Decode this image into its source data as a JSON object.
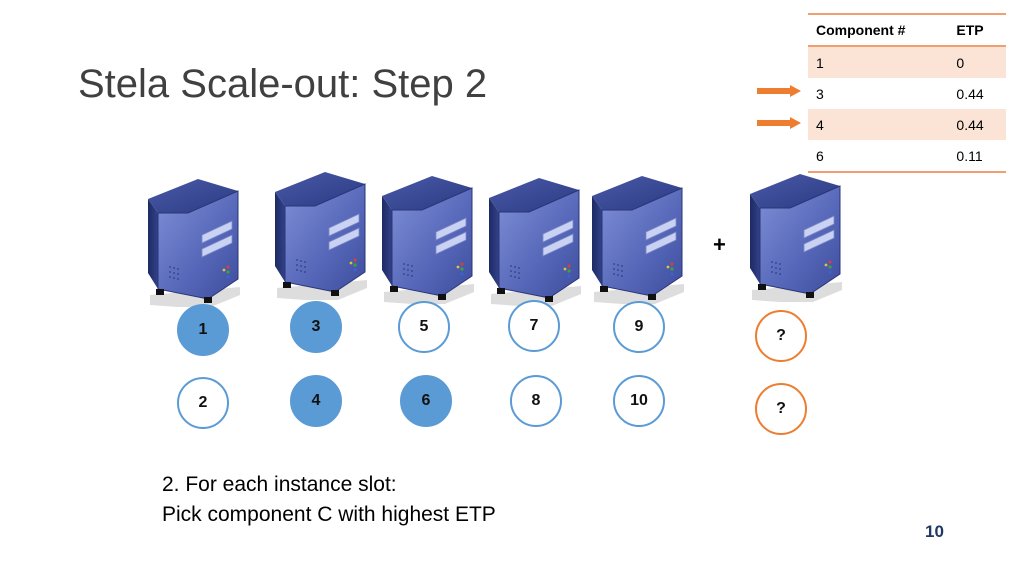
{
  "title": "Stela Scale-out: Step 2",
  "table": {
    "headers": [
      "Component #",
      "ETP"
    ],
    "rows": [
      {
        "component": "1",
        "etp": "0"
      },
      {
        "component": "3",
        "etp": "0.44"
      },
      {
        "component": "4",
        "etp": "0.44"
      },
      {
        "component": "6",
        "etp": "0.11"
      }
    ],
    "highlighted_rows": [
      "3",
      "4"
    ]
  },
  "plus_label": "+",
  "machines": [
    {
      "top": "1",
      "bottom": "2",
      "top_state": "filled",
      "bottom_state": "empty"
    },
    {
      "top": "3",
      "bottom": "4",
      "top_state": "filled",
      "bottom_state": "filled"
    },
    {
      "top": "5",
      "bottom": "6",
      "top_state": "empty",
      "bottom_state": "filled"
    },
    {
      "top": "7",
      "bottom": "8",
      "top_state": "empty",
      "bottom_state": "empty"
    },
    {
      "top": "9",
      "bottom": "10",
      "top_state": "empty",
      "bottom_state": "empty"
    },
    {
      "top": "?",
      "bottom": "?",
      "top_state": "pending",
      "bottom_state": "pending"
    }
  ],
  "caption": {
    "line1": "2. For each instance slot:",
    "line2": "Pick component C with highest ETP"
  },
  "page_number": "10",
  "colors": {
    "filled": "#5b9bd5",
    "outline": "#5b9bd5",
    "pending": "#ed7d31",
    "arrow": "#ed7d31",
    "table_shade": "#fbe4d5"
  }
}
